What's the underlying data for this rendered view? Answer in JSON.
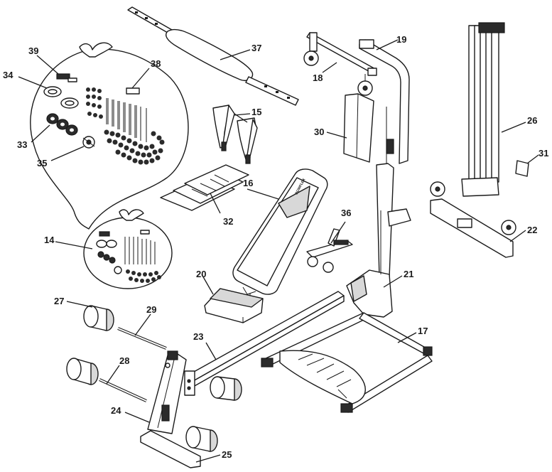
{
  "diagram": {
    "part_labels": {
      "p14": "14",
      "p15": "15",
      "p16": "16",
      "p17": "17",
      "p18": "18",
      "p19": "19",
      "p20": "20",
      "p21": "21",
      "p22": "22",
      "p23": "23",
      "p24": "24",
      "p25": "25",
      "p26": "26",
      "p27": "27",
      "p28": "28",
      "p29": "29",
      "p30": "30",
      "p31": "31",
      "p32": "32",
      "p33": "33",
      "p34": "34",
      "p35": "35",
      "p36": "36",
      "p37": "37",
      "p38": "38",
      "p39": "39"
    },
    "bench_logo": "BOWFLEX"
  }
}
